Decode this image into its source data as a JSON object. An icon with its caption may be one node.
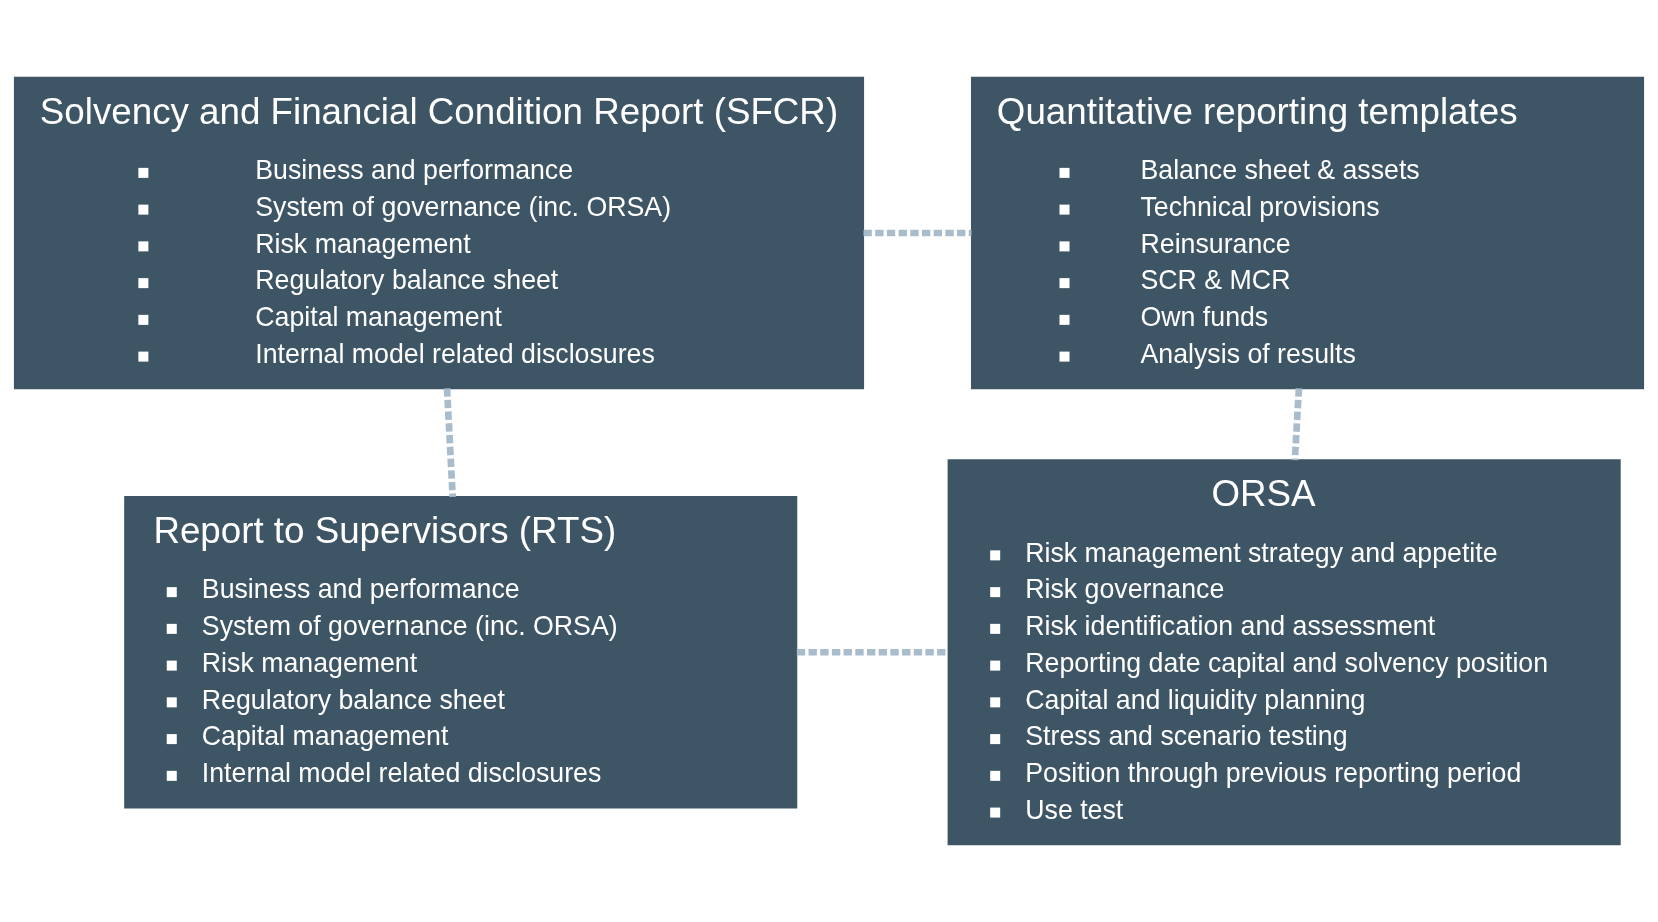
{
  "diagram": {
    "nodes": [
      {
        "text": [
          "Solvency and Financial Condition Report (SFCR)",
          "Business and performance",
          "System of governance (inc. ORSA)",
          "Risk management",
          "Regulatory balance sheet",
          "Capital management",
          "Internal model related disclosures"
        ]
      },
      {
        "text": [
          "Quantitative reporting templates",
          "Balance sheet & assets",
          "Technical provisions",
          "Reinsurance",
          "SCR & MCR",
          "Own funds",
          "Analysis of results"
        ]
      },
      {
        "text": [
          "Report to Supervisors (RTS)",
          "Business and performance",
          "System of governance (inc. ORSA)",
          "Risk management",
          "Regulatory balance sheet",
          "Capital management",
          "Internal model related disclosures"
        ]
      },
      {
        "text": [
          "ORSA",
          "Risk management strategy and appetite",
          "Risk governance",
          "Risk identification and assessment",
          "Reporting date capital and solvency position",
          "Capital and liquidity planning",
          "Stress and scenario testing",
          "Position through previous reporting period",
          "Use test"
        ]
      }
    ],
    "edges": [
      {
        "from": 0,
        "to": 1,
        "arrow": "none",
        "style": "dashed",
        "color": "#a9bccb"
      },
      {
        "from": 0,
        "to": 2,
        "arrow": "none",
        "style": "dashed",
        "color": "#a9bccb"
      },
      {
        "from": 1,
        "to": 3,
        "arrow": "none",
        "style": "dashed",
        "color": "#a9bccb"
      },
      {
        "from": 2,
        "to": 3,
        "arrow": "none",
        "style": "dashed",
        "color": "#a9bccb"
      }
    ]
  }
}
